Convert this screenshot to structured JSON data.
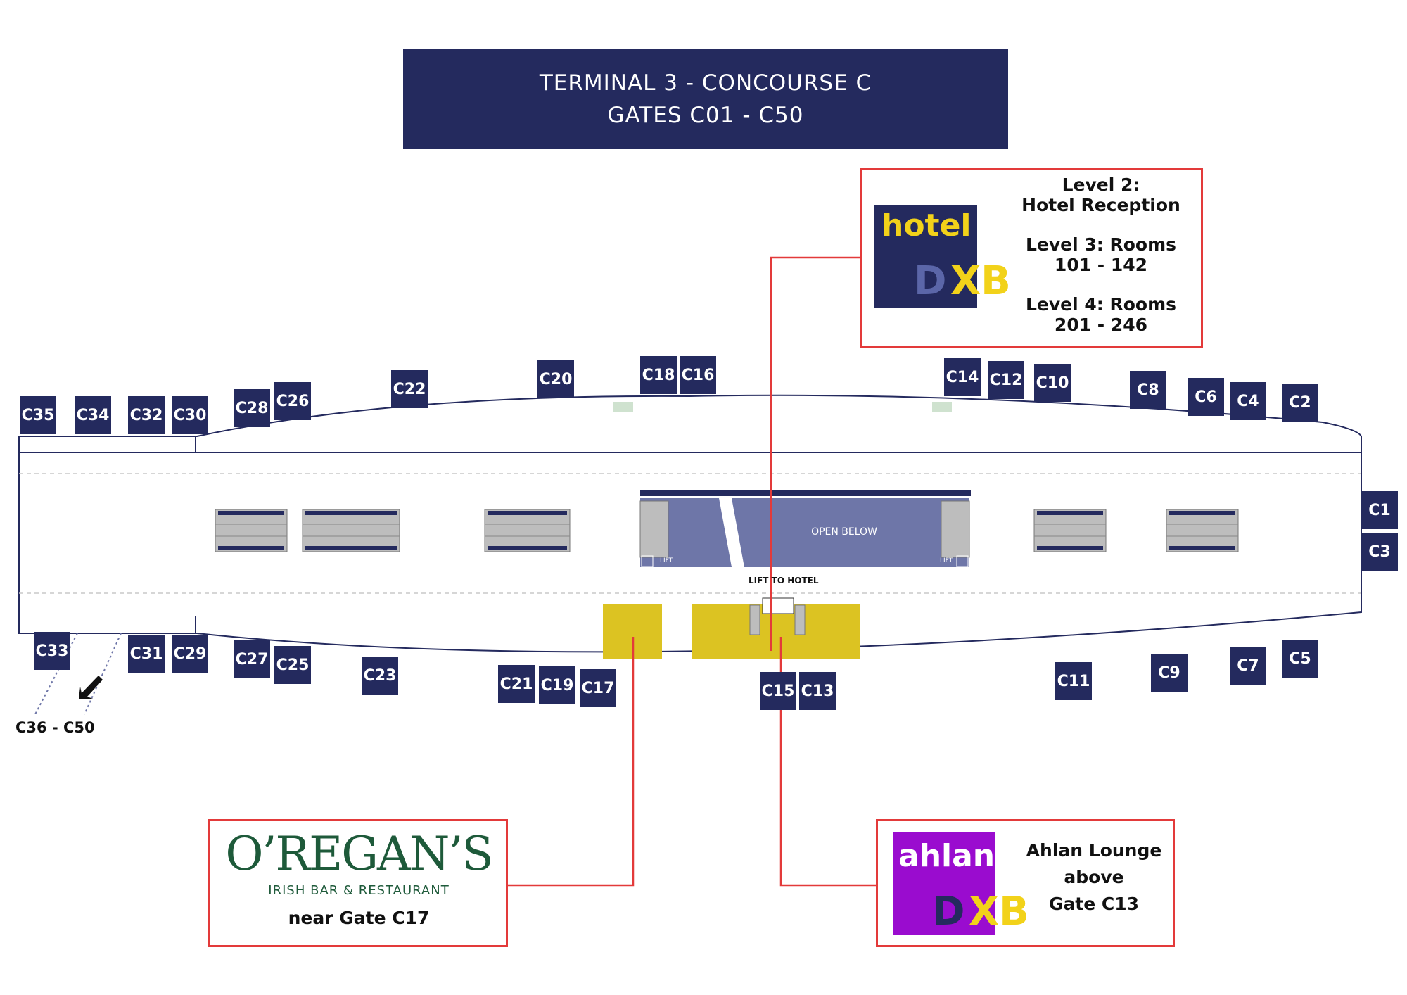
{
  "header": {
    "line1": "TERMINAL 3 - CONCOURSE C",
    "line2": "GATES C01 - C50"
  },
  "gates_top": [
    "C35",
    "C34",
    "C32",
    "C30",
    "C28",
    "C26",
    "C22",
    "C20",
    "C18",
    "C16",
    "C14",
    "C12",
    "C10",
    "C8",
    "C6",
    "C4",
    "C2"
  ],
  "gates_right": [
    "C1",
    "C3"
  ],
  "gates_bottom": [
    "C33",
    "C31",
    "C29",
    "C27",
    "C25",
    "C23",
    "C21",
    "C19",
    "C17",
    "C15",
    "C13",
    "C11",
    "C9",
    "C7",
    "C5"
  ],
  "overflow_label": "C36 - C50",
  "plan_labels": {
    "open_below": "OPEN BELOW",
    "lift_to_hotel": "LIFT TO HOTEL",
    "lift_left": "LIFT",
    "lift_right": "LIFT"
  },
  "hotel": {
    "logo_word": "hotel",
    "logo_d": "D",
    "logo_xb": "XB",
    "level2_title": "Level 2:",
    "level2_text": "Hotel Reception",
    "level3_title": "Level 3: Rooms",
    "level3_text": "101 - 142",
    "level4_title": "Level 4: Rooms",
    "level4_text": "201 - 246"
  },
  "oregans": {
    "logo": "O’REGAN’S",
    "subtitle": "IRISH BAR & RESTAURANT",
    "near": "near Gate C17"
  },
  "ahlan": {
    "logo_word": "ahlan",
    "logo_d": "D",
    "logo_xb": "XB",
    "line1": "Ahlan Lounge",
    "line2": "above",
    "line3": "Gate C13"
  },
  "colors": {
    "navy": "#242a5e",
    "callout_red": "#e33a3a",
    "retail_yellow": "#dcc322",
    "open_area": "#6e76a8",
    "ahlan_purple": "#9a0ccf",
    "hotel_yellow": "#f2d21a",
    "irish_green": "#1e5a3a"
  }
}
